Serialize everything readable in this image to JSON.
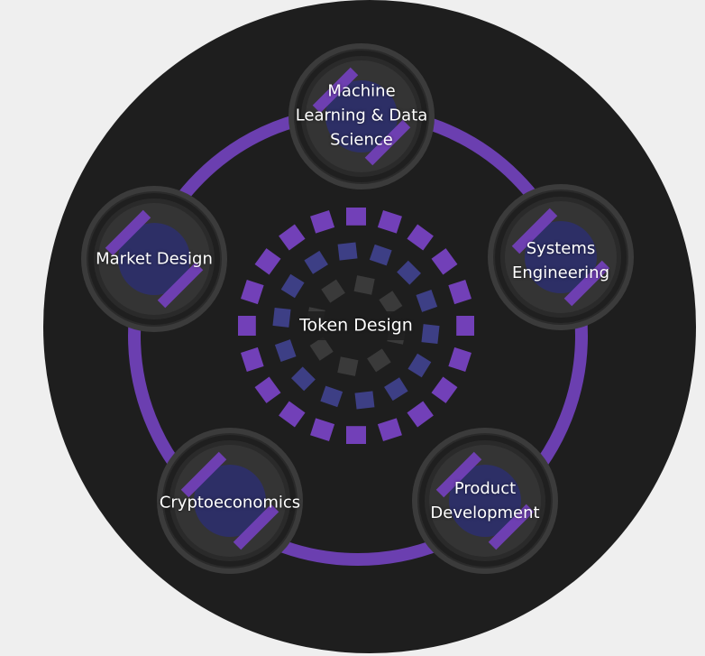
{
  "center": {
    "label": "Token Design"
  },
  "nodes": [
    {
      "id": "ml",
      "lines": [
        "Machine",
        "Learning & Data",
        "Science"
      ]
    },
    {
      "id": "systems",
      "lines": [
        "Systems",
        "Engineering"
      ]
    },
    {
      "id": "product",
      "lines": [
        "Product",
        "Development"
      ]
    },
    {
      "id": "crypto",
      "lines": [
        "Cryptoeconomics"
      ]
    },
    {
      "id": "market",
      "lines": [
        "Market Design"
      ]
    }
  ],
  "colors": {
    "background": "#efefef",
    "disc": "#1e1e1e",
    "ring": "#6b3fb0",
    "node_outer": "#343434",
    "node_inner": "#2d2f66",
    "accent_purple": "#7240b8",
    "accent_indigo": "#3d3f85",
    "accent_gray": "#3a3a3a"
  }
}
